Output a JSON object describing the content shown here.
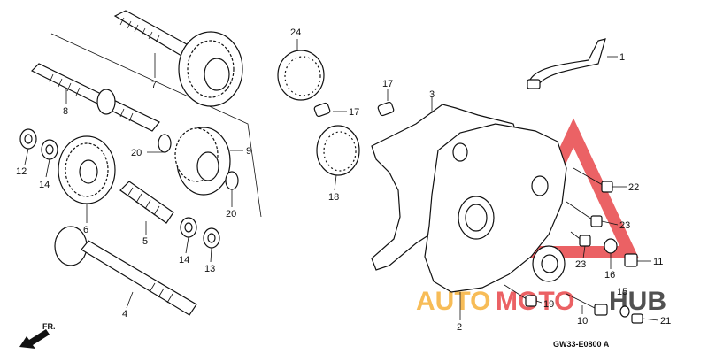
{
  "diagram": {
    "callouts": [
      "1",
      "2",
      "3",
      "4",
      "5",
      "6",
      "7",
      "8",
      "9",
      "10",
      "11",
      "12",
      "13",
      "14",
      "14",
      "15",
      "16",
      "17",
      "17",
      "18",
      "19",
      "20",
      "20",
      "21",
      "22",
      "23",
      "23",
      "24"
    ],
    "drawing_code": "GW33-E0800 A",
    "direction_label": "FR.",
    "watermark": {
      "word1": "AUTO",
      "word2": "MOTO",
      "word3": "HUB",
      "colors": {
        "red": "#e8464a",
        "orange": "#f6b13a",
        "gray": "#333333"
      }
    }
  }
}
